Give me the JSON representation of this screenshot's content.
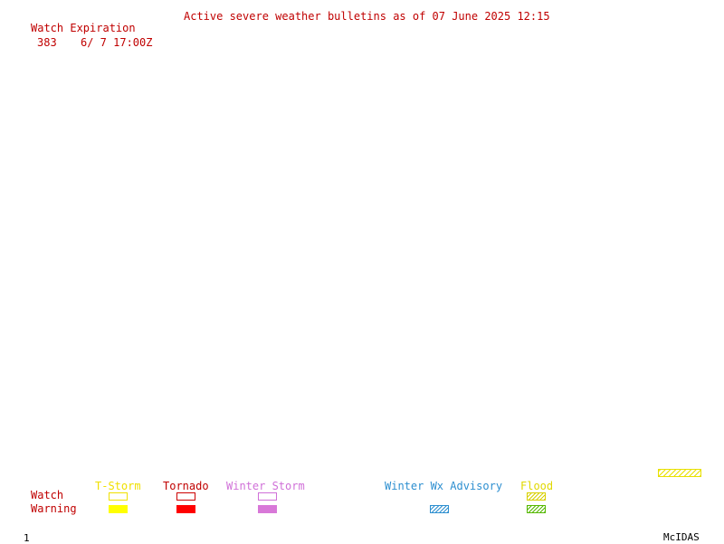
{
  "header": {
    "title": "Active severe weather bulletins as of 07 June 2025 12:15",
    "table_heading": "Watch Expiration",
    "rows": [
      {
        "watch": "383",
        "expiration": "6/ 7 17:00Z"
      }
    ]
  },
  "legend": {
    "row_labels": {
      "watch": "Watch",
      "warning": "Warning"
    },
    "categories": {
      "tstorm": {
        "label": "T-Storm",
        "color": "#f0e000"
      },
      "tornado": {
        "label": "Tornado",
        "color": "#ff0000"
      },
      "winter_storm": {
        "label": "Winter Storm",
        "color": "#d070d8"
      },
      "winter_wx_advisory": {
        "label": "Winter Wx Advisory",
        "color": "#2d8fd0"
      },
      "flood": {
        "label": "Flood",
        "color": "#e0d800",
        "warning_color": "#55b800"
      }
    }
  },
  "footer": {
    "frame_number": "1",
    "software": "McIDAS"
  },
  "colors": {
    "header_text": "#c00000",
    "footer_text": "#000000",
    "background": "#ffffff"
  }
}
